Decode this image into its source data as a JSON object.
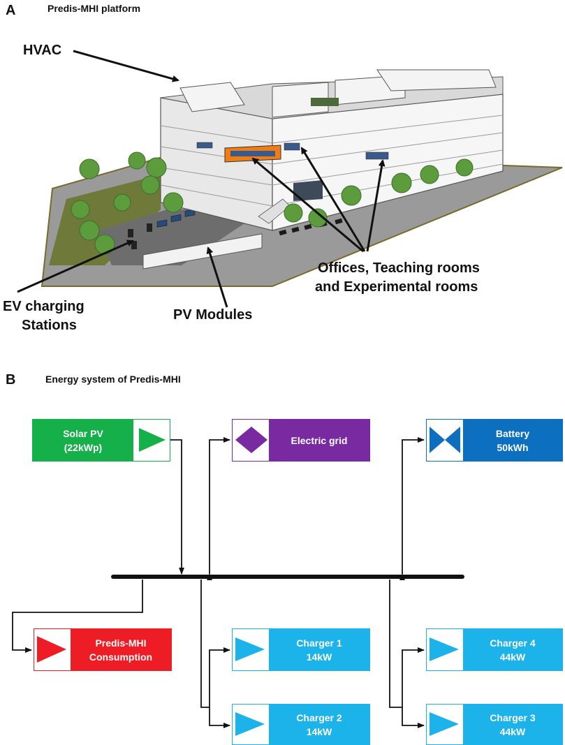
{
  "panel_a": {
    "letter": "A",
    "title": "Predis-MHI platform",
    "labels": {
      "hvac": "HVAC",
      "rooms_line1": "Offices, Teaching rooms",
      "rooms_line2": "and Experimental rooms",
      "ev_line1": "EV charging",
      "ev_line2": "Stations",
      "pv": "PV Modules"
    }
  },
  "panel_b": {
    "letter": "B",
    "title": "Energy system of Predis-MHI",
    "nodes": {
      "solar": {
        "line1": "Solar PV",
        "line2": "(22kWp)",
        "color": "#16b04a"
      },
      "grid": {
        "line1": "Electric grid",
        "color": "#7a2aa0"
      },
      "battery": {
        "line1": "Battery",
        "line2": "50kWh",
        "color": "#0d6fc0"
      },
      "consumption": {
        "line1": "Predis-MHI",
        "line2": "Consumption",
        "color": "#ee1c24"
      },
      "charger1": {
        "line1": "Charger 1",
        "line2": "14kW",
        "color": "#1cb2ea"
      },
      "charger2": {
        "line1": "Charger 2",
        "line2": "14kW",
        "color": "#1cb2ea"
      },
      "charger3": {
        "line1": "Charger 3",
        "line2": "44kW",
        "color": "#1cb2ea"
      },
      "charger4": {
        "line1": "Charger 4",
        "line2": "44kW",
        "color": "#1cb2ea"
      }
    }
  }
}
